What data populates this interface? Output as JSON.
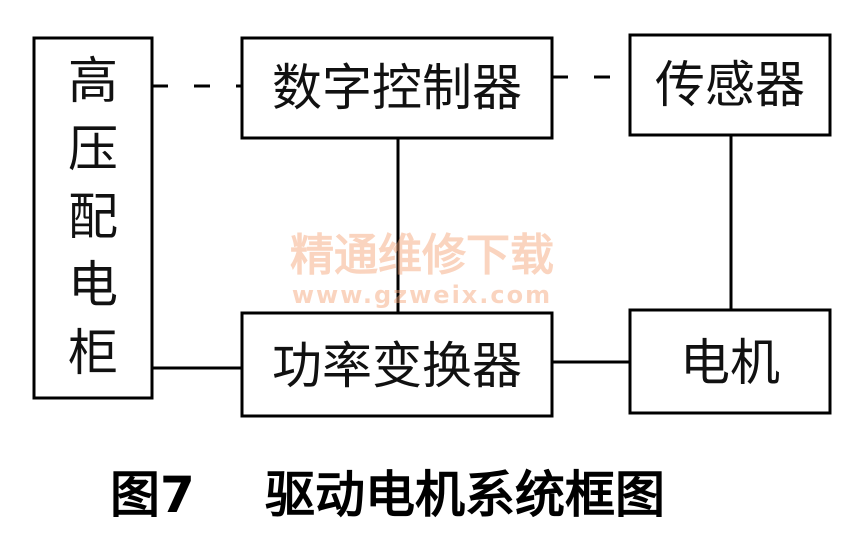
{
  "blocks": {
    "cabinet": [
      "高",
      "压",
      "配",
      "电",
      "柜"
    ],
    "digital_controller": "数字控制器",
    "sensor": "传感器",
    "power_converter": "功率变换器",
    "motor": "电机"
  },
  "watermark": {
    "title": "精通维修下载",
    "url": "www.gzweix.com",
    "color": "#f4a070"
  },
  "caption": {
    "figure": "图7",
    "text": "驱动电机系统框图"
  }
}
